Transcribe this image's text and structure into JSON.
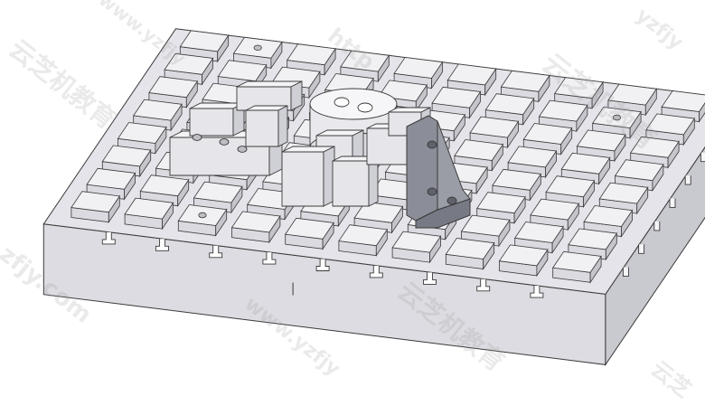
{
  "image": {
    "description_type": "cad-render",
    "colors": {
      "background": "#ffffff",
      "block_top": "#f1f1f4",
      "block_left": "#dadae0",
      "block_right": "#c5c5cc",
      "base_front": "#dcdce2",
      "base_side": "#c9c9d0",
      "edge": "#3a3a3a",
      "bracket": "#8b8e98"
    }
  },
  "watermarks": [
    {
      "text": "云芝机教育"
    },
    {
      "text": "http"
    },
    {
      "text": "www.yzfjy"
    },
    {
      "text": "云芝机教育"
    },
    {
      "text": "zfjy.com"
    },
    {
      "text": "云芝机教育"
    },
    {
      "text": "www.yzfjy"
    },
    {
      "text": "yzfjy"
    },
    {
      "text": "云芝"
    }
  ]
}
